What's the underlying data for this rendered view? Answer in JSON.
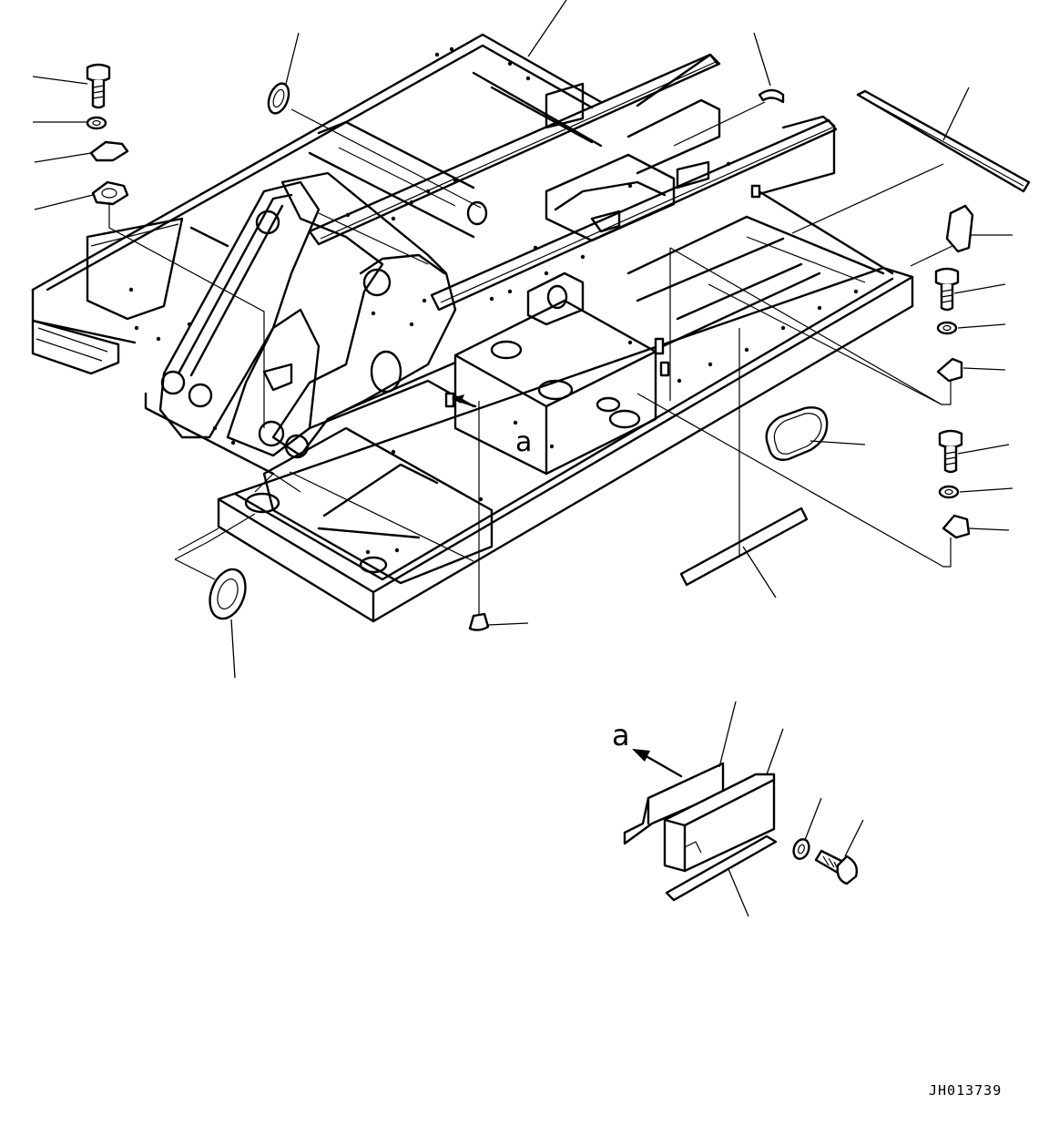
{
  "diagram": {
    "view_marker_main": "a",
    "view_marker_detail": "a",
    "drawing_code": "JH013739"
  }
}
